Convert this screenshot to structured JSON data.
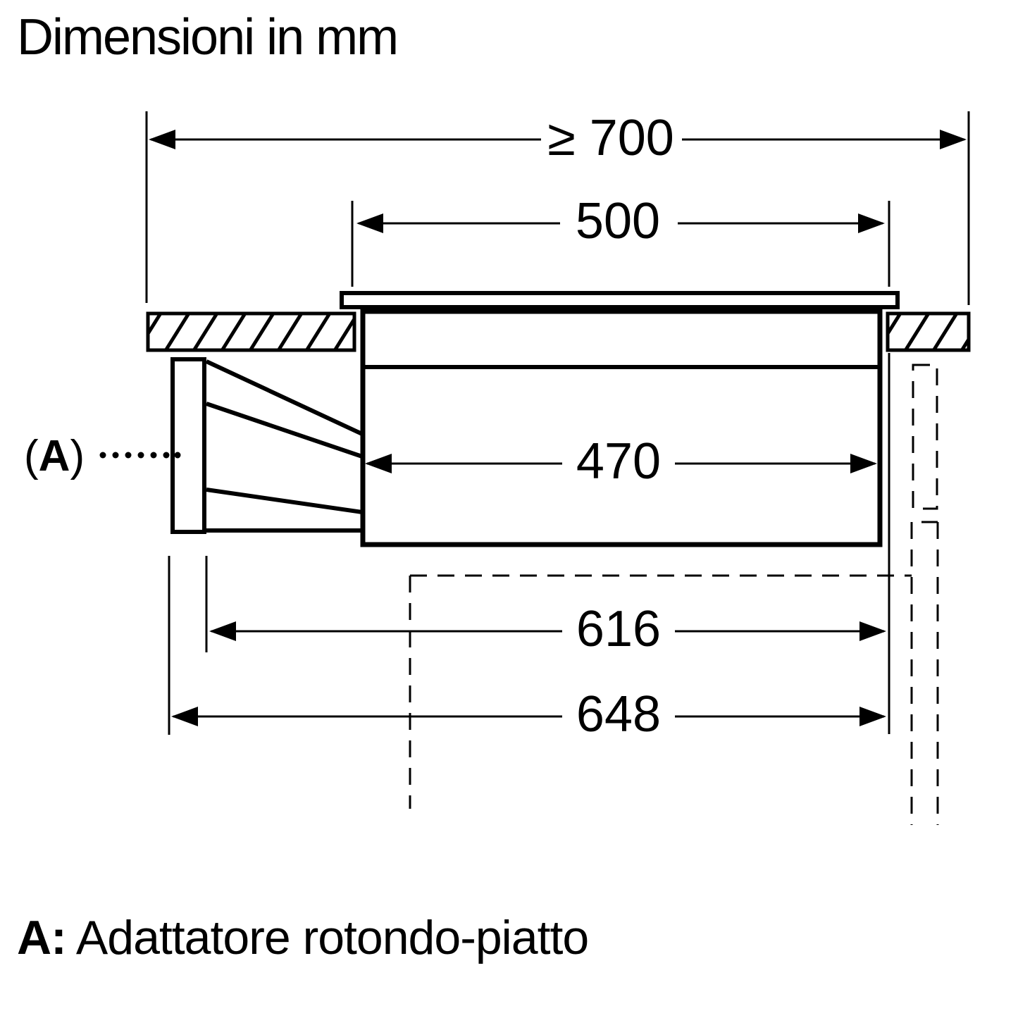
{
  "title": "Dimensioni in mm",
  "dimensions": {
    "dim_700": "≥ 700",
    "dim_500": "500",
    "dim_470": "470",
    "dim_616": "616",
    "dim_648": "648"
  },
  "callout": {
    "open_paren": "(",
    "letter": "A",
    "close_paren": ")"
  },
  "legend": {
    "prefix": "A:",
    "text": " Adattatore rotondo-piatto"
  },
  "colors": {
    "ink": "#000000",
    "background": "#ffffff"
  }
}
